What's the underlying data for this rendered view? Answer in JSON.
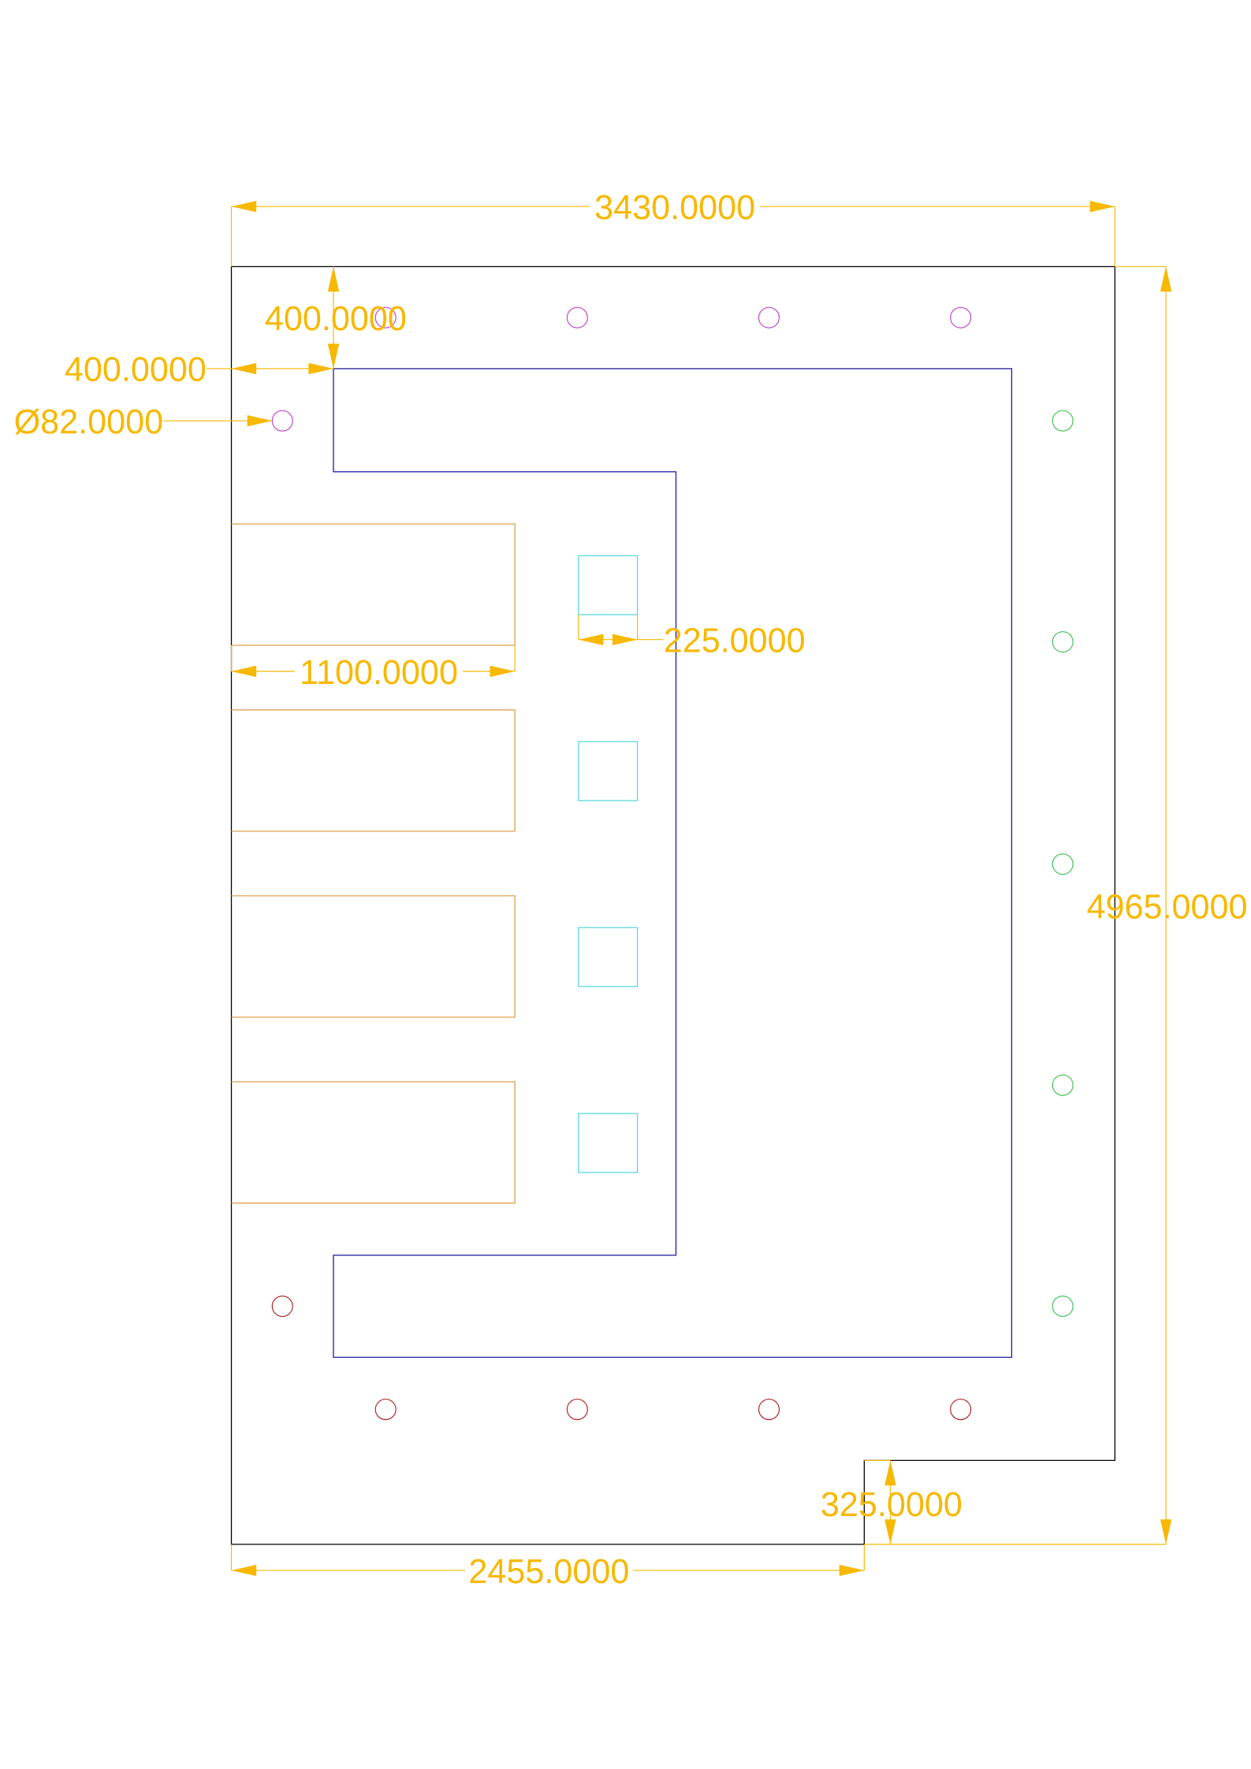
{
  "drawing": {
    "colors": {
      "outline": "#000000",
      "cutout": "#1a1aa0",
      "slots": "#e0a050",
      "squares": "#5ad8e0",
      "holes_top": "#c040d0",
      "holes_right": "#40c050",
      "holes_bottom": "#b02020",
      "dimension": "#f7b800"
    },
    "dimensions": {
      "overall_width": "3430.0000",
      "overall_height": "4965.0000",
      "top_margin": "400.0000",
      "left_margin": "400.0000",
      "hole_diameter": "Ø82.0000",
      "slot_length": "1100.0000",
      "square_size": "225.0000",
      "step_height": "325.0000",
      "bottom_width": "2455.0000"
    }
  }
}
